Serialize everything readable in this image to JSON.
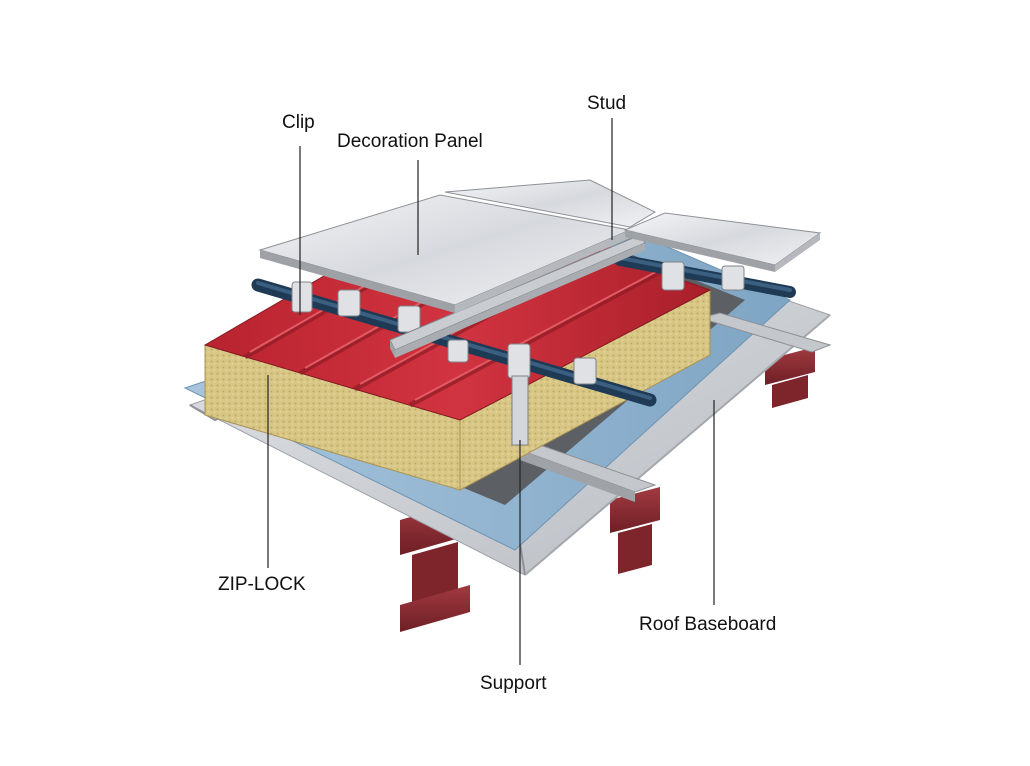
{
  "labels": {
    "clip": "Clip",
    "decoration_panel": "Decoration Panel",
    "stud": "Stud",
    "zip_lock": "ZIP-LOCK",
    "roof_baseboard": "Roof Baseboard",
    "support": "Support"
  },
  "colors": {
    "steel_beam": "#8e2f35",
    "base_sheet": "#c9ccd1",
    "membrane_blue": "#8fb3cf",
    "red_panel": "#c62a35",
    "insulation": "#d9c98c",
    "purlin": "#b9bcc1",
    "pipe": "#1f3a55",
    "decoration_panel": "#e4e6ea",
    "leader_line": "#222222"
  }
}
